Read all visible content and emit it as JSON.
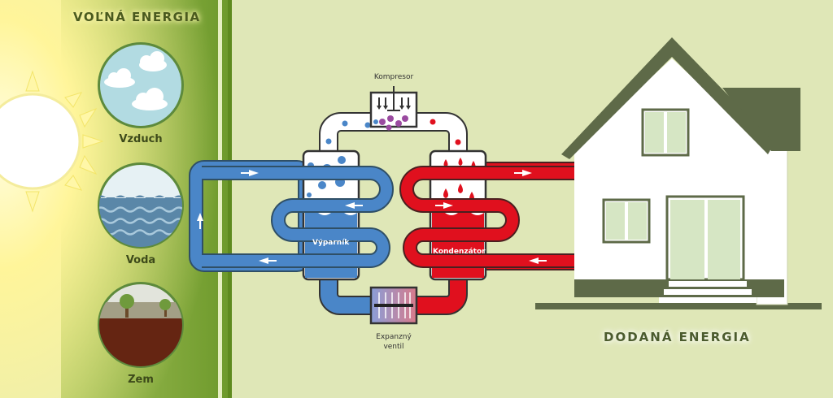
{
  "free_energy_title": "VOĽNÁ ENERGIA",
  "delivered_energy_title": "DODANÁ ENERGIA",
  "sources": [
    {
      "label": "Vzduch",
      "icon": "air-cloud-icon"
    },
    {
      "label": "Voda",
      "icon": "water-waves-icon"
    },
    {
      "label": "Zem",
      "icon": "earth-ground-icon"
    }
  ],
  "components": {
    "compressor": "Kompresor",
    "evaporator": "Výparník",
    "condenser": "Kondenzátor",
    "expansion_valve_line1": "Expanzný",
    "expansion_valve_line2": "ventil"
  },
  "colors": {
    "cold": "#4a86c8",
    "hot": "#e0101e",
    "panel_green": "#6e9a2c",
    "background": "#dde5b2",
    "house_roof": "#5e6a48"
  }
}
